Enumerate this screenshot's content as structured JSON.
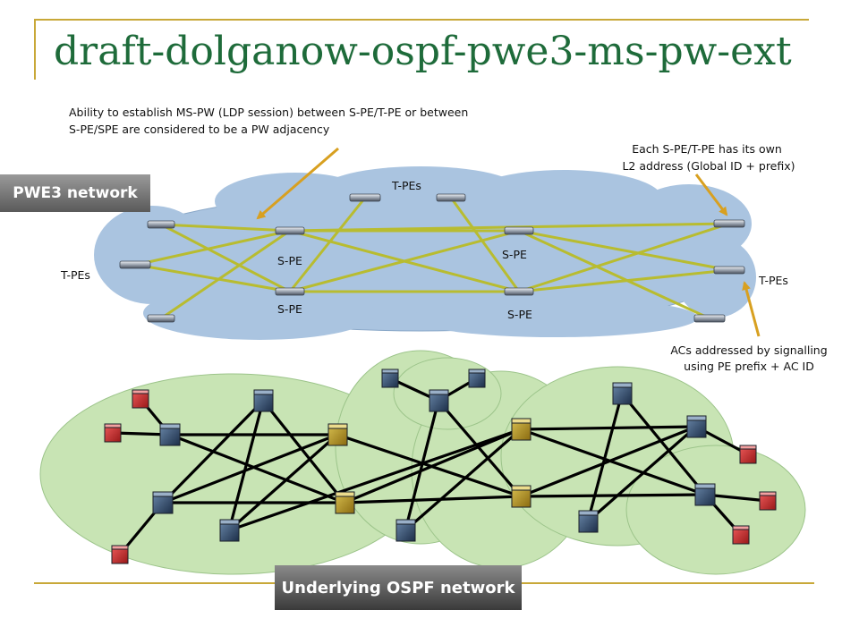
{
  "title": "draft-dolganow-ospf-pwe3-ms-pw-ext",
  "badges": {
    "pwe3": "PWE3 network",
    "ospf": "Underlying OSPF network"
  },
  "annotations": {
    "adjacency_line1": "Ability to establish MS-PW (LDP session) between S-PE/T-PE or between",
    "adjacency_line2": "S-PE/SPE  are considered to be a PW adjacency",
    "l2_line1": "Each S-PE/T-PE has its own",
    "l2_line2": "L2 address (Global ID + prefix)",
    "ac_line1": "ACs addressed by signalling",
    "ac_line2": "using PE prefix + AC ID"
  },
  "labels": {
    "tpes_top": "T-PEs",
    "tpes_left": "T-PEs",
    "tpes_right": "T-PEs",
    "spe_1": "S-PE",
    "spe_2": "S-PE",
    "spe_3": "S-PE",
    "spe_4": "S-PE"
  },
  "colors": {
    "title": "#1e6b3a",
    "pwe3_cloud": "#aac4e0",
    "ospf_cloud": "#c8e4b4",
    "pw_link": "#b8bc30",
    "ospf_link": "#000000",
    "annotation_arrow": "#d8a020",
    "deco_line": "#c8a838"
  }
}
